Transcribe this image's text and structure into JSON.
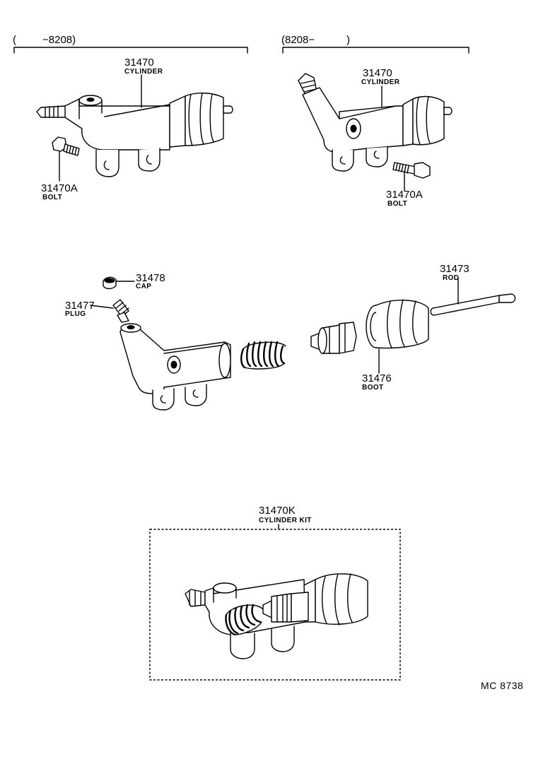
{
  "ranges": {
    "left": {
      "open": "(",
      "to": "−8208)"
    },
    "right": {
      "label": "(8208−",
      "close": ")"
    }
  },
  "parts": {
    "cyl_a": {
      "number": "31470",
      "name": "CYLINDER"
    },
    "bolt_a": {
      "number": "31470A",
      "name": "BOLT"
    },
    "cyl_b": {
      "number": "31470",
      "name": "CYLINDER"
    },
    "bolt_b": {
      "number": "31470A",
      "name": "BOLT"
    },
    "cap": {
      "number": "31478",
      "name": "CAP"
    },
    "plug": {
      "number": "31477",
      "name": "PLUG"
    },
    "rod": {
      "number": "31473",
      "name": "ROD"
    },
    "boot": {
      "number": "31476",
      "name": "BOOT"
    },
    "kit": {
      "number": "31470K",
      "name": "CYLINDER KIT"
    }
  },
  "diagram_code": "MC 8738"
}
